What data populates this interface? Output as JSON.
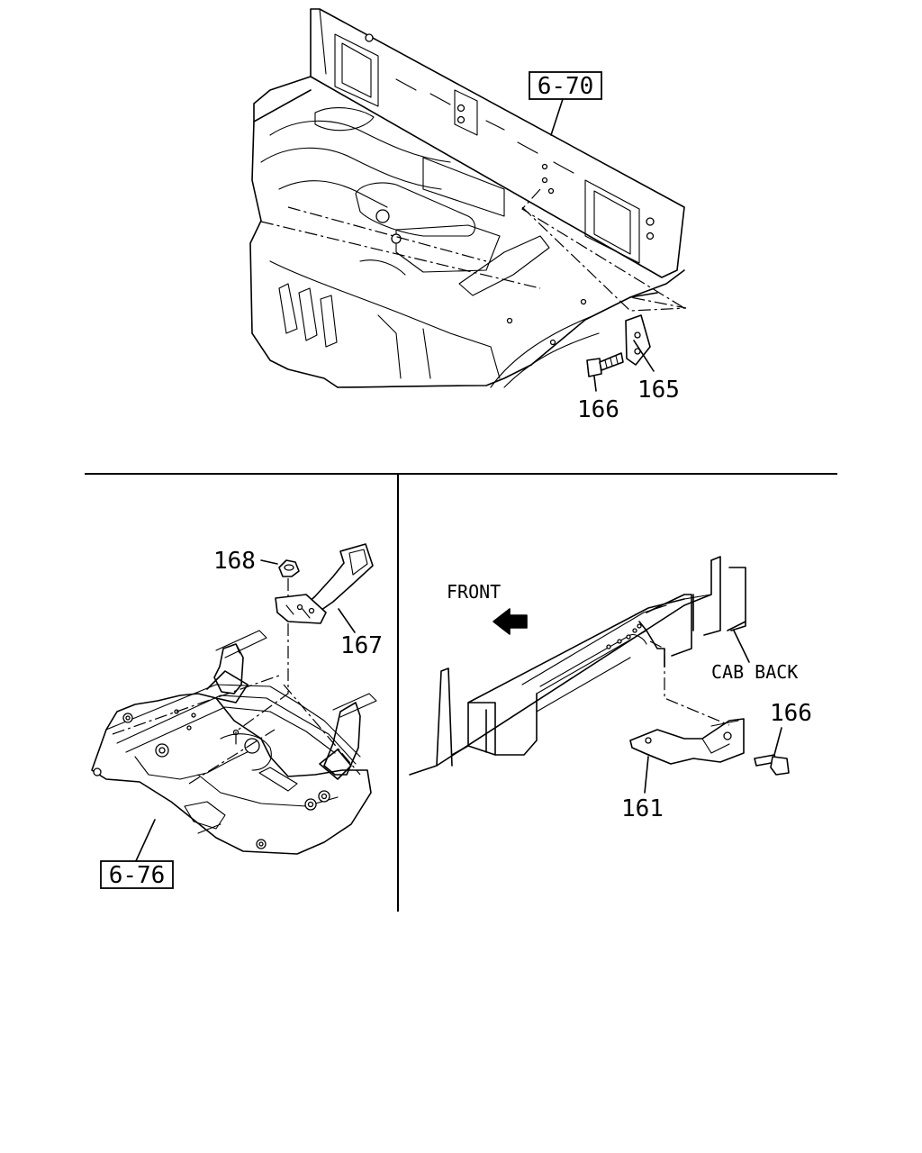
{
  "diagram": {
    "top_view": {
      "ref_box": "6-70",
      "callouts": [
        {
          "id": "c165",
          "text": "165"
        },
        {
          "id": "c166",
          "text": "166"
        }
      ]
    },
    "bottom_left_view": {
      "ref_box": "6-76",
      "callouts": [
        {
          "id": "c168",
          "text": "168"
        },
        {
          "id": "c167",
          "text": "167"
        }
      ]
    },
    "bottom_right_view": {
      "direction_label": "FRONT",
      "cab_label": "CAB BACK",
      "callouts": [
        {
          "id": "c166b",
          "text": "166"
        },
        {
          "id": "c161",
          "text": "161"
        }
      ]
    }
  }
}
